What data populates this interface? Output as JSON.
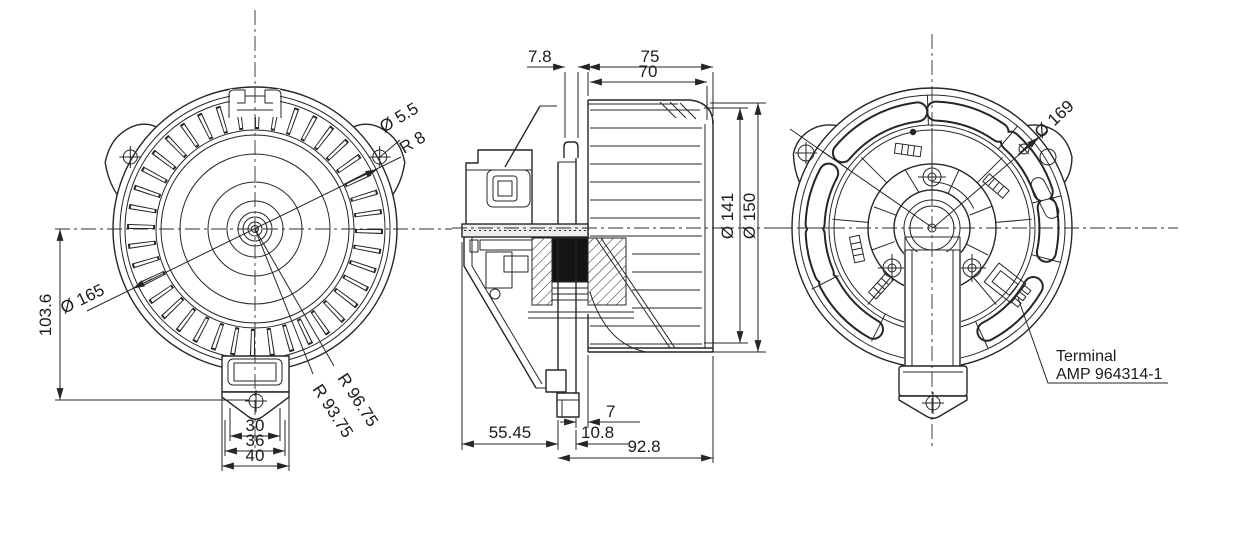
{
  "meta": {
    "type": "technical-drawing",
    "subject": "HVAC blower motor - three orthographic views"
  },
  "colors": {
    "background": "#ffffff",
    "line": "#262626"
  },
  "dimensions": {
    "front": {
      "mount_hole_diameter": "Ø 5.5",
      "ear_radius": "R 8",
      "impeller_diameter": "Ø 165",
      "center_to_mount_hole": "103.6",
      "scroll_radius_outer": "R 96.75",
      "scroll_radius_inner": "R 93.75",
      "bracket_width_inner": "30",
      "bracket_width_mid": "36",
      "bracket_width_outer": "40"
    },
    "side": {
      "lip_thickness": "7.8",
      "impeller_depth_total": "75",
      "impeller_depth_open": "70",
      "impeller_inner_diameter": "Ø 141",
      "impeller_outer_diameter": "Ø 150",
      "plate_to_impeller": "7",
      "flange_depth": "10.8",
      "motor_housing_depth": "55.45",
      "overall_depth": "92.8"
    },
    "rear": {
      "housing_diameter": "Ø 169",
      "terminal_label_line1": "Terminal",
      "terminal_label_line2": "AMP 964314-1"
    }
  }
}
